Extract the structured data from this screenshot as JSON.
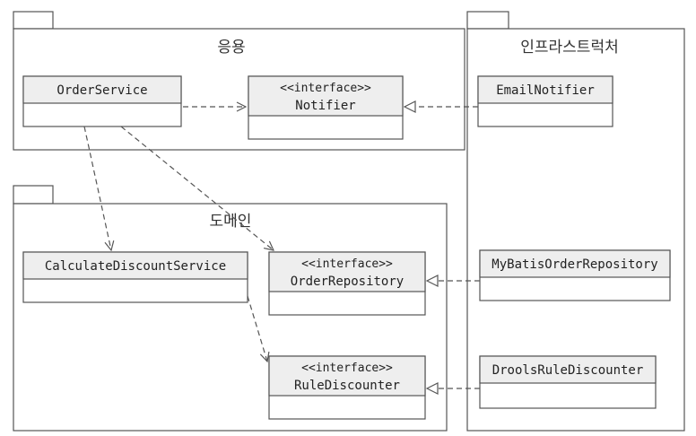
{
  "packages": {
    "application": {
      "title": "응용"
    },
    "domain": {
      "title": "도메인"
    },
    "infrastructure": {
      "title": "인프라스트럭처"
    }
  },
  "classes": {
    "order_service": {
      "name": "OrderService"
    },
    "notifier": {
      "stereotype": "<<interface>>",
      "name": "Notifier"
    },
    "email_notifier": {
      "name": "EmailNotifier"
    },
    "calculate_discount_service": {
      "name": "CalculateDiscountService"
    },
    "order_repository": {
      "stereotype": "<<interface>>",
      "name": "OrderRepository"
    },
    "rule_discounter": {
      "stereotype": "<<interface>>",
      "name": "RuleDiscounter"
    },
    "mybatis_order_repository": {
      "name": "MyBatisOrderRepository"
    },
    "drools_rule_discounter": {
      "name": "DroolsRuleDiscounter"
    }
  },
  "relations": [
    {
      "from": "OrderService",
      "to": "Notifier",
      "kind": "dependency"
    },
    {
      "from": "OrderService",
      "to": "CalculateDiscountService",
      "kind": "dependency"
    },
    {
      "from": "OrderService",
      "to": "OrderRepository",
      "kind": "dependency"
    },
    {
      "from": "CalculateDiscountService",
      "to": "RuleDiscounter",
      "kind": "dependency"
    },
    {
      "from": "EmailNotifier",
      "to": "Notifier",
      "kind": "realization"
    },
    {
      "from": "MyBatisOrderRepository",
      "to": "OrderRepository",
      "kind": "realization"
    },
    {
      "from": "DroolsRuleDiscounter",
      "to": "RuleDiscounter",
      "kind": "realization"
    }
  ]
}
